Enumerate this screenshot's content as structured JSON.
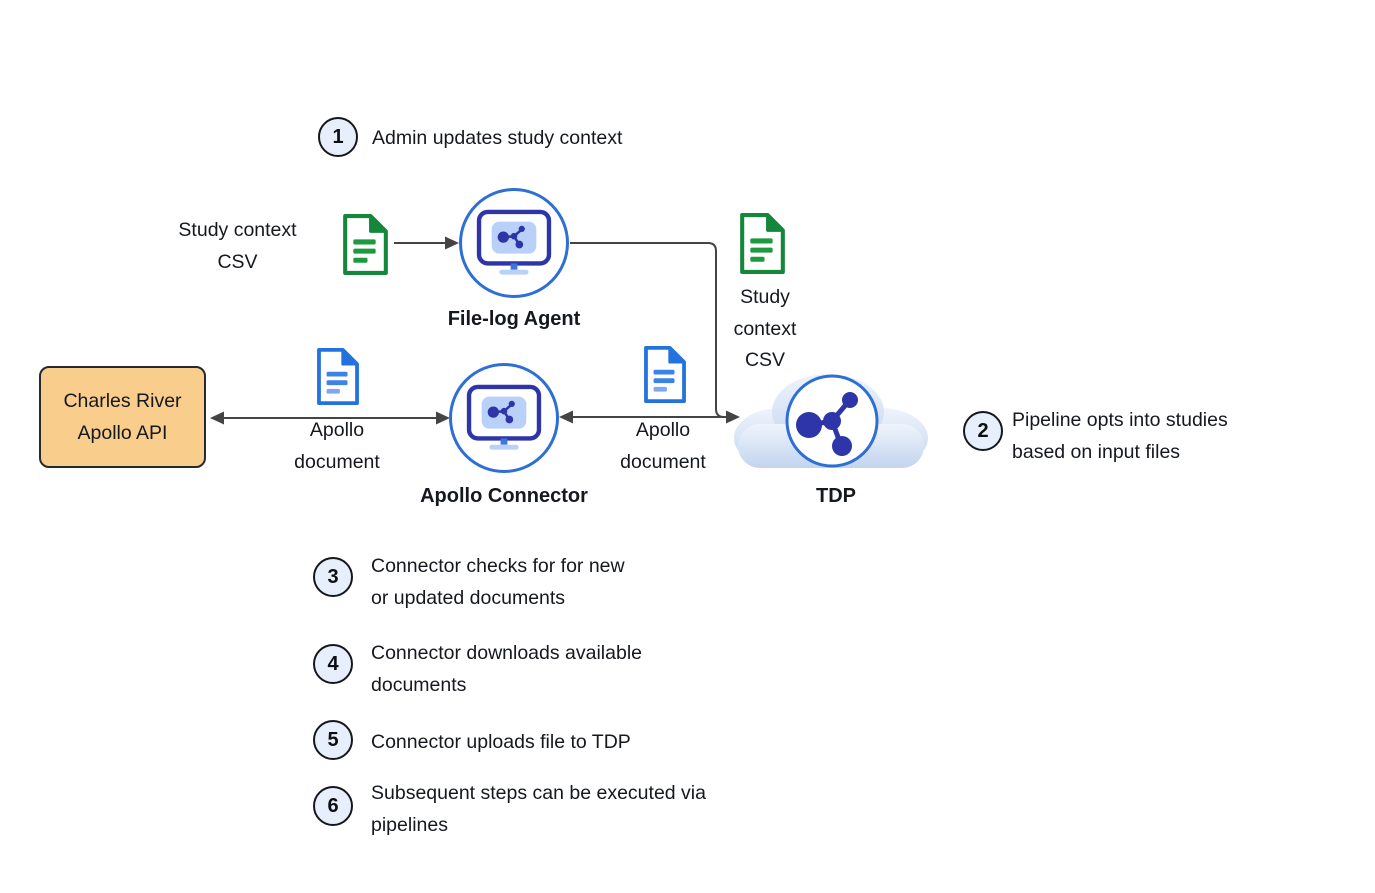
{
  "steps": [
    {
      "num": "1",
      "lines": [
        "Admin updates study context"
      ]
    },
    {
      "num": "2",
      "lines": [
        "Pipeline opts into studies",
        "based on input files"
      ]
    },
    {
      "num": "3",
      "lines": [
        "Connector checks for for new",
        "or updated documents"
      ]
    },
    {
      "num": "4",
      "lines": [
        "Connector downloads available",
        "documents"
      ]
    },
    {
      "num": "5",
      "lines": [
        "Connector uploads file to TDP"
      ]
    },
    {
      "num": "6",
      "lines": [
        "Subsequent steps can be executed via",
        "pipelines"
      ]
    }
  ],
  "nodes": {
    "study_csv_left": {
      "lines": [
        "Study context",
        "CSV"
      ]
    },
    "file_log_agent": {
      "label": "File-log Agent"
    },
    "study_csv_right": {
      "lines": [
        "Study",
        "context",
        "CSV"
      ]
    },
    "charles_river_api": {
      "lines": [
        "Charles River",
        "Apollo API"
      ]
    },
    "apollo_doc_left": {
      "lines": [
        "Apollo",
        "document"
      ]
    },
    "apollo_connector": {
      "label": "Apollo Connector"
    },
    "apollo_doc_right": {
      "lines": [
        "Apollo",
        "document"
      ]
    },
    "tdp": {
      "label": "TDP"
    }
  },
  "icons": {
    "study_csv_left": "document-icon-green",
    "study_csv_right": "document-icon-green",
    "apollo_doc_left": "document-icon-blue",
    "apollo_doc_right": "document-icon-blue",
    "file_log_agent": "computer-molecule-icon",
    "apollo_connector": "computer-molecule-icon",
    "tdp": "cloud-molecule-icon"
  },
  "colors": {
    "accent_blue": "#2e6fd6",
    "indigo": "#2d35a8",
    "screen_blue": "#b9d1f8",
    "doc_green": "#15873b",
    "doc_green_line": "#1d9a3f",
    "doc_blue": "#2273dd",
    "doc_blue_line": "#3d82e8",
    "doc_blue_line_light": "#7fa9ee",
    "box_fill": "#f9cd8b",
    "box_border": "#26292e",
    "arrow": "#444444",
    "step_fill": "#e7effc",
    "step_border": "#14171c",
    "text": "#15181d",
    "cloud_top": "#eef4fc",
    "cloud_bottom": "#c3d4ee"
  }
}
